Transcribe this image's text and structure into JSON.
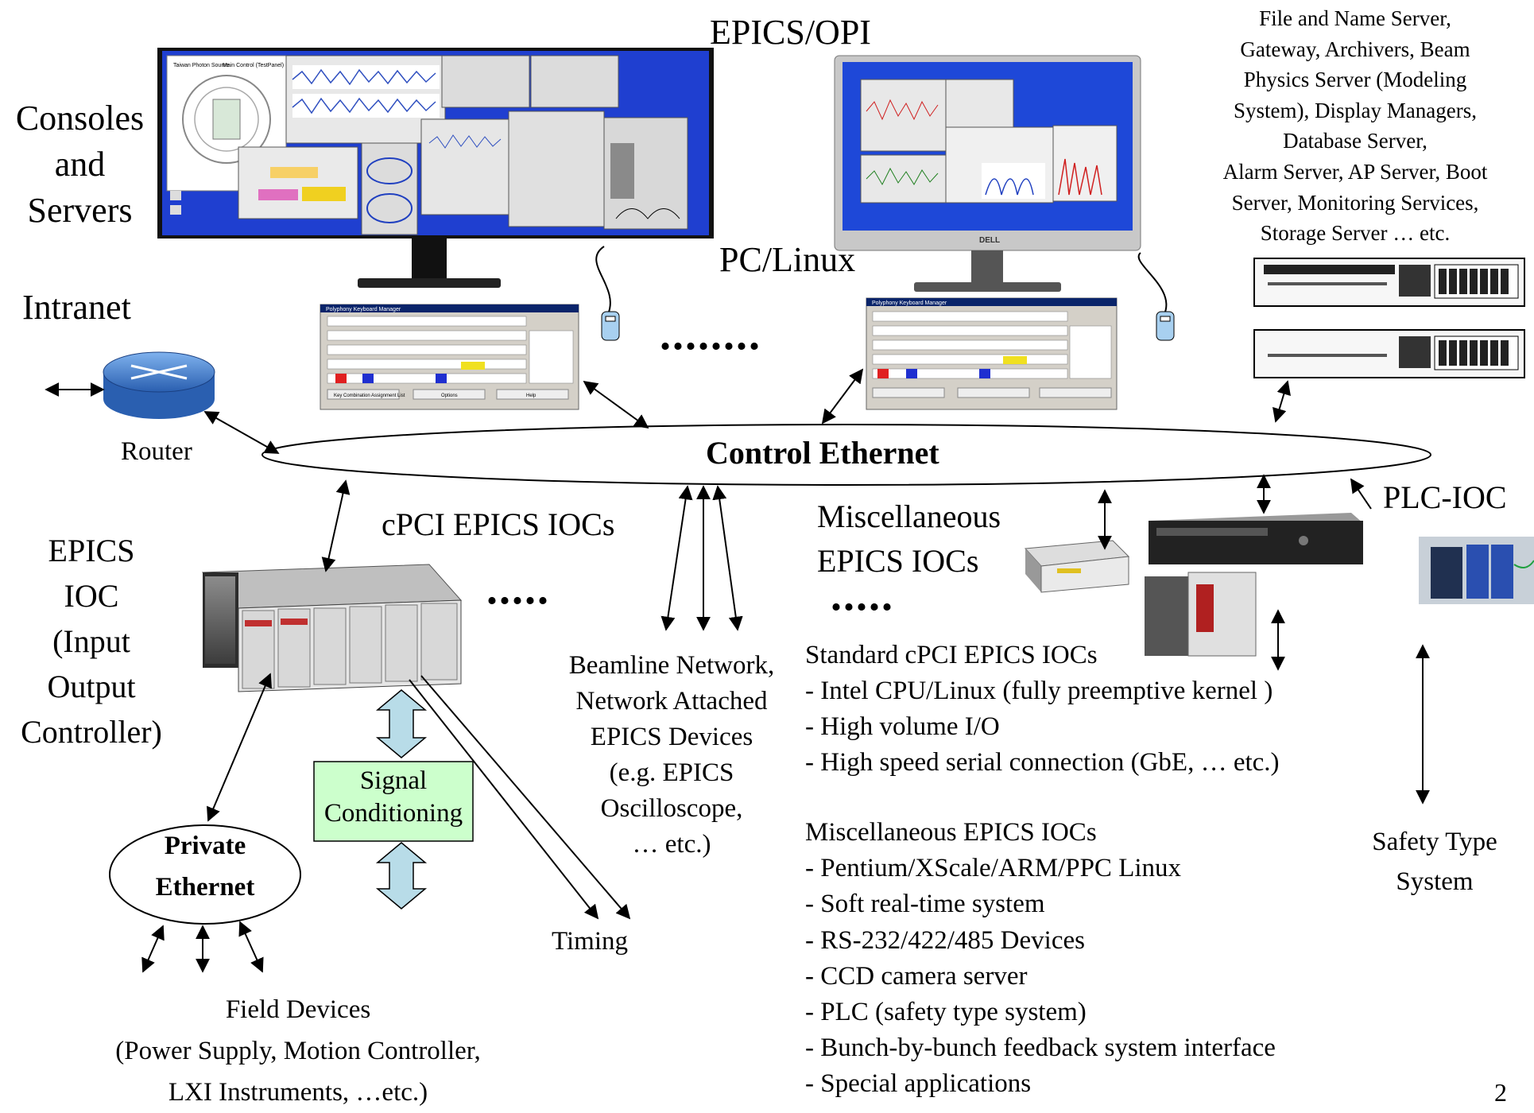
{
  "labels": {
    "consoles": [
      "Consoles",
      "and",
      "Servers"
    ],
    "epics_opi": "EPICS/OPI",
    "pc_linux": "PC/Linux",
    "servers_list": [
      "File and Name Server,",
      "Gateway, Archivers, Beam",
      "Physics Server  (Modeling",
      "System), Display Managers,",
      "Database Server,",
      "Alarm Server, AP Server,  Boot",
      "Server, Monitoring Services,",
      "Storage Server … etc."
    ],
    "intranet": "Intranet",
    "router": "Router",
    "control_ethernet": "Control Ethernet",
    "epics_ioc": [
      "EPICS",
      "IOC",
      "(Input",
      "Output",
      "Controller)"
    ],
    "cpci_iocs": "cPCI EPICS IOCs",
    "misc_iocs": [
      "Miscellaneous",
      "EPICS IOCs"
    ],
    "plc_ioc": "PLC-IOC",
    "beamline": [
      "Beamline Network,",
      "Network Attached",
      "EPICS Devices",
      "(e.g. EPICS",
      "Oscilloscope,",
      "… etc.)"
    ],
    "signal_conditioning": [
      "Signal",
      "Conditioning"
    ],
    "private_ethernet": [
      "Private",
      "Ethernet"
    ],
    "timing": "Timing",
    "field_devices": [
      "Field Devices",
      "(Power Supply, Motion Controller,",
      "LXI Instruments, …etc.)"
    ],
    "safety": [
      "Safety Type",
      "System"
    ],
    "dots_top": "........",
    "dots_mid1": ".....",
    "dots_mid2": ".....",
    "page_number": "2"
  },
  "standard_iocs": {
    "title": "Standard cPCI EPICS IOCs",
    "items": [
      "- Intel CPU/Linux (fully preemptive kernel )",
      "- High volume I/O",
      "- High speed serial connection (GbE, … etc.)"
    ]
  },
  "misc_list": {
    "title": "Miscellaneous EPICS IOCs",
    "items": [
      "- Pentium/XScale/ARM/PPC Linux",
      "- Soft real-time system",
      "- RS-232/422/485 Devices",
      "- CCD camera server",
      "- PLC (safety type system)",
      "- Bunch-by-bunch feedback system interface",
      "- Special applications"
    ]
  },
  "screen_left": {
    "title": "Taiwan Photon Source",
    "subtitle": "Main Control (TestPanel)"
  },
  "keyboard": {
    "title": "Polyphony Keyboard Manager",
    "buttons": [
      "Key Combination Assignment List",
      "Options",
      "Help"
    ]
  },
  "colors": {
    "line": "#000000",
    "screen_blue": "#1f3fd0",
    "router_blue": "#3a7fd8",
    "signal_box": "#ccffcc",
    "arrow_fill": "#b8dce8"
  }
}
